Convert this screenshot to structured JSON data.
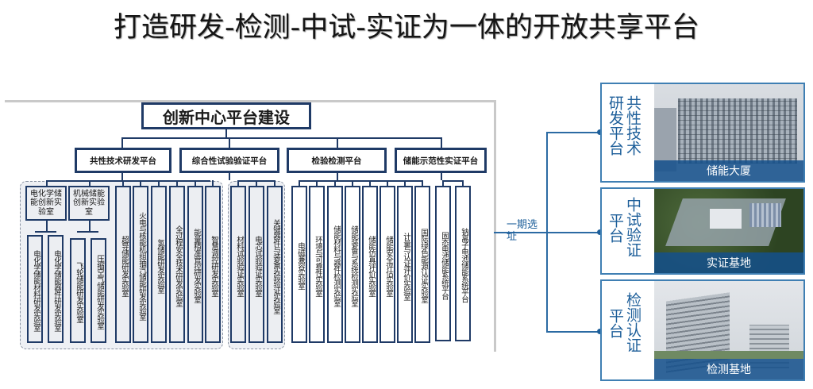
{
  "title": "打造研发-检测-中试-实证为一体的开放共享平台",
  "org_chart": {
    "root": "创新中心平台建设",
    "platforms": [
      {
        "name": "共性技术研发平台",
        "groups": [
          {
            "name": "电化学储能创新实验室",
            "children": [
              "电化学储能材料研发实验室",
              "电化学储能器件研发实验室"
            ]
          },
          {
            "name": "机械储能创新实验室",
            "children": [
              "飞轮储能研发实验室",
              "压缩空气储能研发实验室"
            ]
          }
        ],
        "labs": [
          "超导储能研发实验室",
          "火电与核能机组抽汽储能研发实验室",
          "氢储能研发实验室",
          "全过程安全技术研发实验室",
          "能量精准管控研发实验室",
          "智慧调控研发实验室"
        ]
      },
      {
        "name": "综合性试验验证平台",
        "labs": [
          "材料试验验证实验室",
          "电芯试验验证实验室",
          "关键器件与装备实验验证实验室"
        ]
      },
      {
        "name": "检验检测平台",
        "labs": [
          "电磁兼容实验室",
          "环境与可靠性实验室",
          "储能材料与器件检测实验室",
          "储能装备与系统检测实验室",
          "储能仿真评价实验室",
          "储能安全评估实验室",
          "计量与认证评价实验室",
          "国际绿色能源认证实验室"
        ]
      },
      {
        "name": "储能示范性实证平台",
        "labs": [
          "固态电池储能系统平台",
          "钠离子电池储能系统平台"
        ]
      }
    ]
  },
  "connector_label": "一期选址",
  "sites": [
    {
      "label_col1": "共性技术",
      "label_col2": "研发平台",
      "caption": "储能大厦",
      "image": "building-photo"
    },
    {
      "label_col1": "中试验证",
      "label_col2": "平台",
      "caption": "实证基地",
      "image": "aerial-site-photo"
    },
    {
      "label_col1": "检测认证",
      "label_col2": "平台",
      "caption": "检测基地",
      "image": "tower-building-photo"
    }
  ],
  "colors": {
    "chart_line": "#1f3a66",
    "accent_blue": "#1e5f9a"
  }
}
